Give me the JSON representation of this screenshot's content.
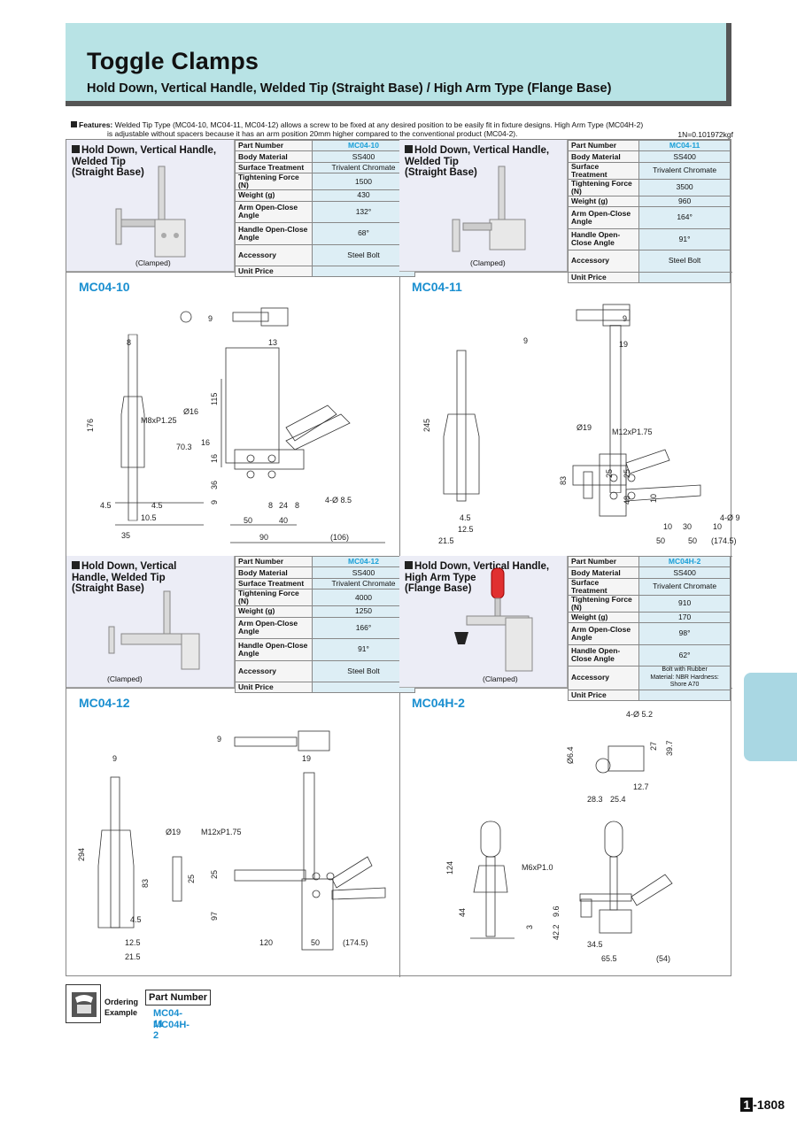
{
  "header": {
    "title": "Toggle Clamps",
    "subtitle": "Hold Down, Vertical Handle, Welded Tip (Straight Base) / High Arm Type (Flange Base)"
  },
  "features": {
    "label": "Features:",
    "line1": "Welded Tip Type (MC04-10, MC04-11, MC04-12) allows a screw to be fixed at any desired position to be easily fit in fixture designs. High Arm Type (MC04H-2)",
    "line2": "is adjustable without spacers because it has an arm position 20mm higher compared to the conventional product (MC04-2).",
    "conversion": "1N=0.101972kgf"
  },
  "spec_keys": {
    "part_number": "Part Number",
    "body_material": "Body Material",
    "surface_treatment": "Surface Treatment",
    "tightening_force": "Tightening Force (N)",
    "weight": "Weight (g)",
    "arm_angle": "Arm Open-Close Angle",
    "handle_angle": "Handle Open-Close Angle",
    "accessory": "Accessory",
    "unit_price": "Unit Price"
  },
  "products": [
    {
      "name_line1": "Hold Down, Vertical Handle,",
      "name_line2": "Welded Tip",
      "name_line3": "(Straight Base)",
      "clamped": "(Clamped)",
      "part_number": "MC04-10",
      "body_material": "SS400",
      "surface_treatment": "Trivalent Chromate",
      "tightening_force": "1500",
      "weight": "430",
      "arm_angle": "132°",
      "handle_angle": "68°",
      "accessory": "Steel Bolt",
      "unit_price": ""
    },
    {
      "name_line1": "Hold Down, Vertical Handle,",
      "name_line2": "Welded Tip",
      "name_line3": "(Straight Base)",
      "clamped": "(Clamped)",
      "part_number": "MC04-11",
      "body_material": "SS400",
      "surface_treatment": "Trivalent Chromate",
      "tightening_force": "3500",
      "weight": "960",
      "arm_angle": "164°",
      "handle_angle": "91°",
      "accessory": "Steel Bolt",
      "unit_price": ""
    },
    {
      "name_line1": "Hold Down, Vertical",
      "name_line2": "Handle, Welded Tip",
      "name_line3": "(Straight Base)",
      "clamped": "(Clamped)",
      "part_number": "MC04-12",
      "body_material": "SS400",
      "surface_treatment": "Trivalent Chromate",
      "tightening_force": "4000",
      "weight": "1250",
      "arm_angle": "166°",
      "handle_angle": "91°",
      "accessory": "Steel Bolt",
      "unit_price": ""
    },
    {
      "name_line1": "Hold Down, Vertical Handle,",
      "name_line2": "High Arm Type",
      "name_line3": "(Flange Base)",
      "clamped": "(Clamped)",
      "part_number": "MC04H-2",
      "body_material": "SS400",
      "surface_treatment": "Trivalent Chromate",
      "tightening_force": "910",
      "weight": "170",
      "arm_angle": "98°",
      "handle_angle": "62°",
      "accessory_line1": "Bolt with Rubber",
      "accessory_line2": "Material: NBR Hardness: Shore A70",
      "unit_price": ""
    }
  ],
  "drawings": {
    "mc04_10": {
      "label": "MC04-10",
      "dims": [
        "9",
        "8",
        "13",
        "176",
        "M8xP1.25",
        "Ø16",
        "70.3",
        "16",
        "115",
        "16",
        "36",
        "9",
        "4.5",
        "4.5",
        "10.5",
        "35",
        "8",
        "24",
        "8",
        "4-Ø 8.5",
        "50",
        "40",
        "90",
        "(106)"
      ]
    },
    "mc04_11": {
      "label": "MC04-11",
      "dims": [
        "9",
        "9",
        "19",
        "245",
        "Ø19",
        "M12xP1.75",
        "83",
        "25",
        "25",
        "48",
        "10",
        "4.5",
        "12.5",
        "21.5",
        "10",
        "30",
        "10",
        "4-Ø 9",
        "50",
        "50",
        "(174.5)"
      ]
    },
    "mc04_12": {
      "label": "MC04-12",
      "dims": [
        "9",
        "9",
        "19",
        "294",
        "Ø19",
        "M12xP1.75",
        "83",
        "25",
        "25",
        "97",
        "4.5",
        "12.5",
        "21.5",
        "120",
        "50",
        "(174.5)"
      ]
    },
    "mc04h_2": {
      "label": "MC04H-2",
      "dims": [
        "4-Ø 5.2",
        "Ø6.4",
        "27",
        "39.7",
        "12.7",
        "28.3",
        "25.4",
        "124",
        "44",
        "3",
        "M6xP1.0",
        "9.6",
        "42.2",
        "34.5",
        "65.5",
        "(54)"
      ]
    }
  },
  "ordering": {
    "label_line1": "Ordering",
    "label_line2": "Example",
    "header": "Part Number",
    "example1": "MC04-11",
    "example2": "MC04H-2"
  },
  "page": {
    "section": "1",
    "number": "-1808"
  }
}
